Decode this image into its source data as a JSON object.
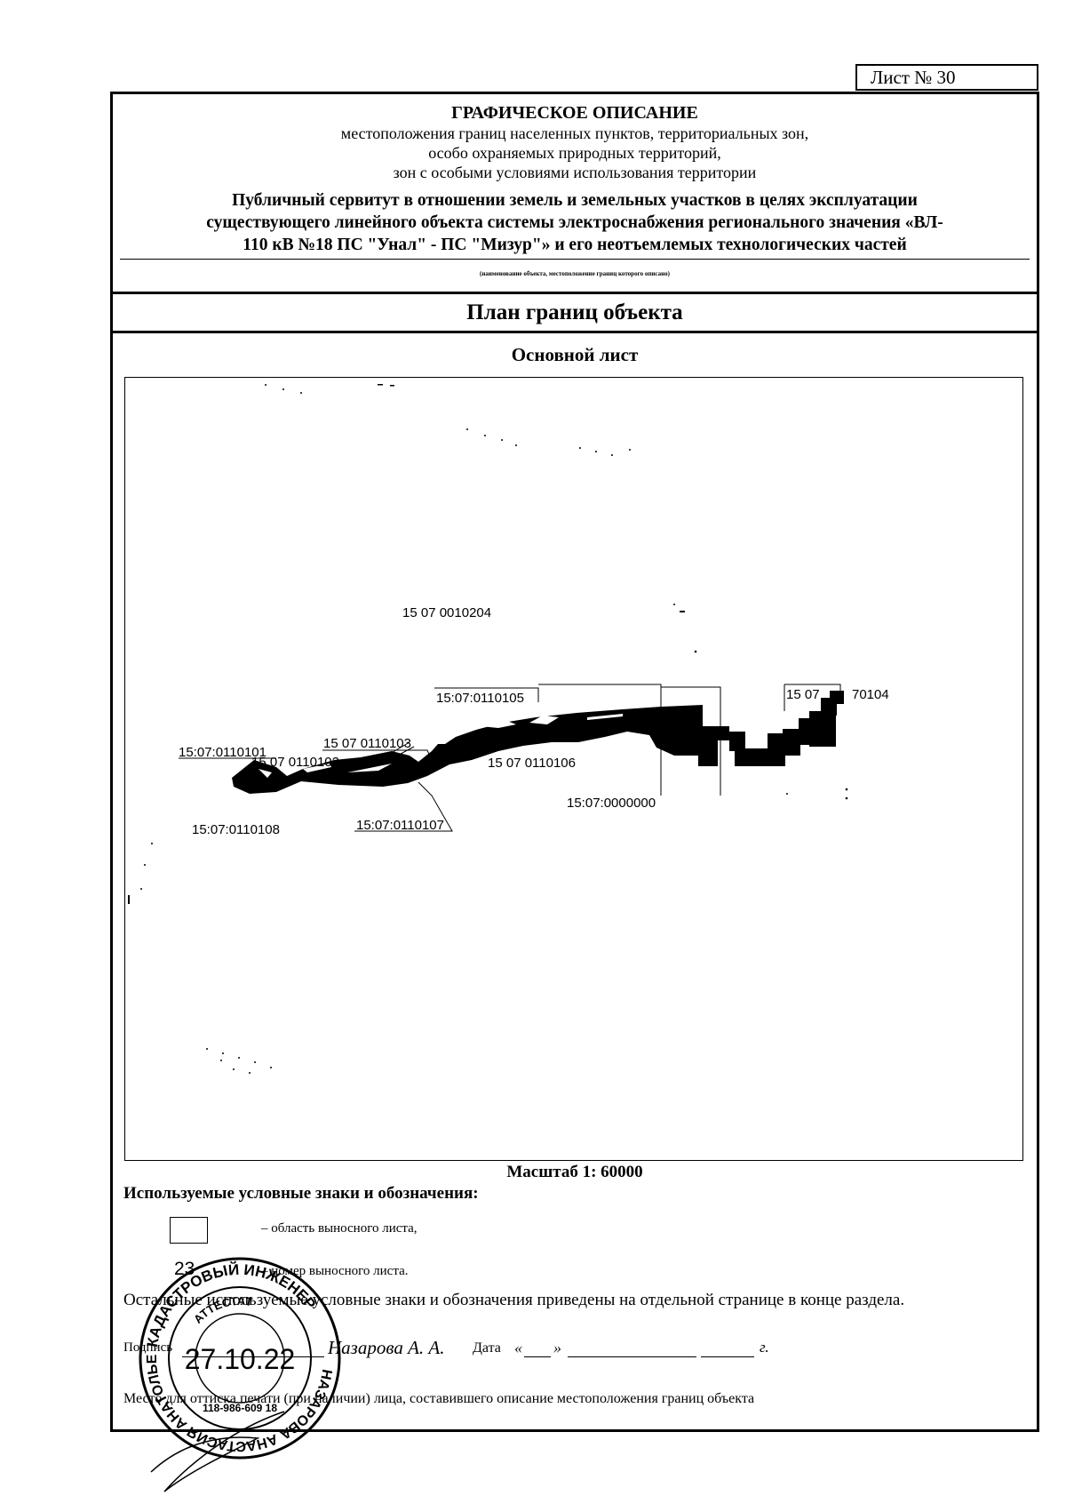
{
  "sheet_number": "Лист № 30",
  "header": {
    "title": "ГРАФИЧЕСКОЕ ОПИСАНИЕ",
    "subtitle_lines": [
      "местоположения границ населенных пунктов, территориальных зон,",
      "особо охраняемых природных территорий,",
      "зон с особыми условиями использования территории"
    ],
    "object_lines": [
      "Публичный сервитут в отношении земель и земельных участков в целях эксплуатации",
      "существующего линейного объекта системы электроснабжения регионального значения «ВЛ-",
      "110 кВ №18 ПС \"Унал\" - ПС \"Мизур\"» и его неотъемлемых технологических частей"
    ],
    "object_caption": "(наименование объекта, местоположение границ которого описано)"
  },
  "plan_title": "План границ объекта",
  "main_sheet_label": "Основной лист",
  "map_labels": {
    "l0010204": "15 07 0010204",
    "l0110105": "15:07:0110105",
    "l0110104a": "15 07",
    "l0110104b": "70104",
    "l0110103": "15 07 0110103",
    "l0110101": "15:07:0110101",
    "l0110102": "15 07 0110102",
    "l0110106": "15 07 0110106",
    "l0000000": "15:07:0000000",
    "l0110108": "15:07:0110108",
    "l0110107": "15:07:0110107"
  },
  "scale": "Масштаб 1: 60000",
  "legend": {
    "title": "Используемые условные знаки и обозначения:",
    "box_desc": "– область выносного листа,",
    "num_sample": "23",
    "num_desc": "– номер выносного листа."
  },
  "rest_note": "Остальные используемые условные знаки и обозначения приведены на отдельной странице в конце раздела.",
  "signature": {
    "label": "Подпись",
    "name": "Назарова А. А.",
    "date_label": "Дата",
    "date_open": "«",
    "date_close": "»",
    "year_suffix": "г."
  },
  "seal_place": "Место для оттиска печати (при наличии) лица, составившего описание местоположения границ объекта",
  "stamp": {
    "outer_text": "КАДАСТРОВЫЙ ИНЖЕНЕР",
    "name_text": "НАЗАРОВА АНАСТАСИЯ АНАТОЛЬЕВНА",
    "inner_text": "АТТЕСТАТ",
    "reg_number": "118-986-609 18",
    "date": "27.10.22"
  },
  "colors": {
    "ink": "#000000",
    "paper": "#ffffff"
  }
}
